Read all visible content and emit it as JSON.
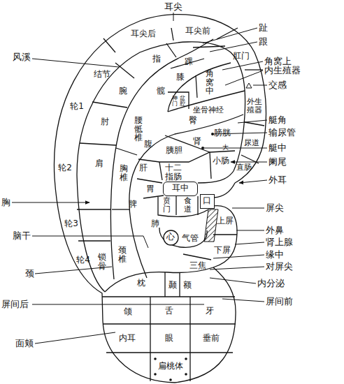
{
  "diagram": {
    "nodes": [
      {
        "text": [
          "耳中"
        ]
      },
      {
        "text": [
          "口"
        ]
      },
      {
        "text": [
          "心"
        ]
      }
    ],
    "labels": [
      "耳尖",
      "耳尖后",
      "耳尖前",
      "趾",
      "跟",
      "风溪",
      "指",
      "踝",
      "角窝上",
      "结节",
      "膝",
      "肛门",
      "内生殖器",
      "角窝中",
      "腕",
      "髋",
      "神门",
      "盆腔",
      "交感",
      "坐骨神经",
      "外生殖器",
      "轮1",
      "肘",
      "艇角",
      "臀",
      "腰骶椎",
      "膀胱",
      "输尿管",
      "肾",
      "腹",
      "尿道",
      "大",
      "艇中",
      "胰胆",
      "小肠",
      "阑尾",
      "肩",
      "轮2",
      "胸椎",
      "肝",
      "十二指肠",
      "直肠",
      "外耳",
      "胃",
      "脾",
      "胸",
      "贲门",
      "食道",
      "屏尖",
      "上屏",
      "轮3",
      "肺",
      "外鼻",
      "脑干",
      "气管",
      "肾上腺",
      "下屏",
      "缘中",
      "轮4",
      "锁骨",
      "颈椎",
      "三焦",
      "对屏尖",
      "颈",
      "枕",
      "颞",
      "额",
      "内分泌",
      "屏间后",
      "屏间前",
      "颌",
      "舌",
      "牙",
      "面颊",
      "内耳",
      "眼",
      "垂前",
      "扁桃体"
    ]
  }
}
